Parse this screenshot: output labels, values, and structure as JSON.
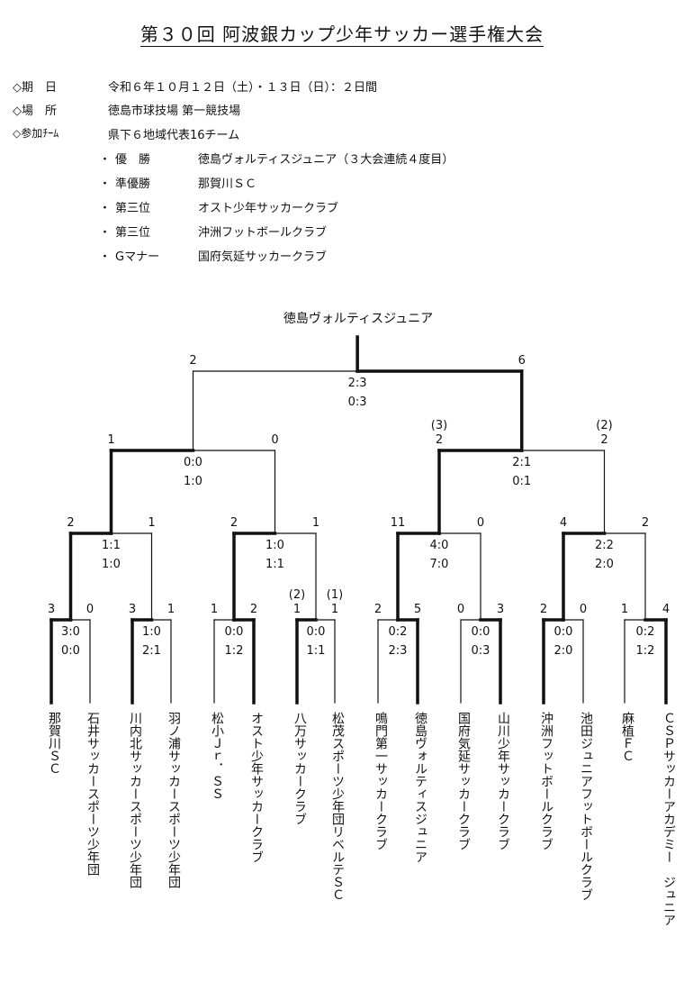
{
  "title": "第３０回 阿波銀カップ少年サッカー選手権大会",
  "info": {
    "date_label": "◇期　日",
    "date_value": "令和６年１０月１２日（土）・１３日（日）：２日間",
    "venue_label": "◇場　所",
    "venue_value": "徳島市球技場 第一競技場",
    "teams_label": "◇参加ﾁｰﾑ",
    "teams_value": "県下６地域代表16チーム"
  },
  "results": [
    {
      "bullet": "・",
      "label": "優　勝",
      "team": "徳島ヴォルティスジュニア（３大会連続４度目）"
    },
    {
      "bullet": "・",
      "label": "準優勝",
      "team": "那賀川ＳＣ"
    },
    {
      "bullet": "・",
      "label": "第三位",
      "team": "オスト少年サッカークラブ"
    },
    {
      "bullet": "・",
      "label": "第三位",
      "team": "沖洲フットボールクラブ"
    },
    {
      "bullet": "・",
      "label": "Gマナー",
      "team": "国府気延サッカークラブ"
    }
  ],
  "champion": "徳島ヴォルティスジュニア",
  "teams": [
    "那賀川ＳＣ",
    "石井サッカースポーツ少年団",
    "川内北サッカースポーツ少年団",
    "羽ノ浦サッカースポーツ少年団",
    "松小Ｊｒ．ＳＳ",
    "オスト少年サッカークラブ",
    "八万サッカークラブ",
    "松茂スポーツ少年団リベルテＳＣ",
    "鳴門第一サッカークラブ",
    "徳島ヴォルティスジュニア",
    "国府気延サッカークラブ",
    "山川少年サッカークラブ",
    "沖洲フットボールクラブ",
    "池田ジュニアフットボールクラブ",
    "麻植ＦＣ",
    "ＣＳＰサッカーアカデミー　ジュニア"
  ],
  "r1_scores": [
    {
      "left": "3",
      "right": "0",
      "half1": "3:0",
      "half2": "0:0"
    },
    {
      "left": "3",
      "right": "1",
      "half1": "1:0",
      "half2": "2:1"
    },
    {
      "left": "1",
      "right": "2",
      "half1": "0:0",
      "half2": "1:2"
    },
    {
      "left": "1",
      "right": "1",
      "left_pk": "(2)",
      "right_pk": "(1)",
      "half1": "0:0",
      "half2": "1:1"
    },
    {
      "left": "2",
      "right": "5",
      "half1": "0:2",
      "half2": "2:3"
    },
    {
      "left": "0",
      "right": "3",
      "half1": "0:0",
      "half2": "0:3"
    },
    {
      "left": "2",
      "right": "0",
      "half1": "0:0",
      "half2": "2:0"
    },
    {
      "left": "1",
      "right": "4",
      "half1": "0:2",
      "half2": "1:2"
    }
  ],
  "qf_scores": [
    {
      "left": "2",
      "right": "1",
      "half1": "1:1",
      "half2": "1:0"
    },
    {
      "left": "2",
      "right": "1",
      "half1": "1:0",
      "half2": "1:1"
    },
    {
      "left": "11",
      "right": "0",
      "half1": "4:0",
      "half2": "7:0"
    },
    {
      "left": "4",
      "right": "2",
      "half1": "2:2",
      "half2": "2:0"
    }
  ],
  "sf_scores": [
    {
      "left": "1",
      "right": "0",
      "half1": "0:0",
      "half2": "1:0"
    },
    {
      "left": "2",
      "right": "2",
      "left_pk": "(3)",
      "right_pk": "(2)",
      "half1": "2:1",
      "half2": "0:1"
    }
  ],
  "final_score": {
    "left": "2",
    "right": "6",
    "half1": "2:3",
    "half2": "0:3"
  }
}
